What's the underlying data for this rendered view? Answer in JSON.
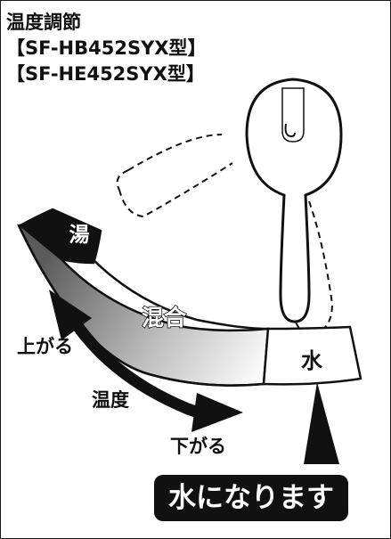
{
  "title": {
    "heading": "温度調節",
    "model_1": "【SF-HB452SYX型】",
    "model_2": "【SF-HE452SYX型】"
  },
  "dial": {
    "hot_label": "湯",
    "mixed_label": "混合",
    "cold_label": "水"
  },
  "arrow": {
    "up_label": "上がる",
    "temp_label": "温度",
    "down_label": "下がる"
  },
  "callout": {
    "text": "水になります"
  },
  "colors": {
    "ink": "#111111",
    "hot_fill": "#111111",
    "gradient_dark": "#5a5a5a",
    "gradient_light": "#ffffff",
    "callout_bg": "#111111",
    "callout_text": "#ffffff"
  }
}
